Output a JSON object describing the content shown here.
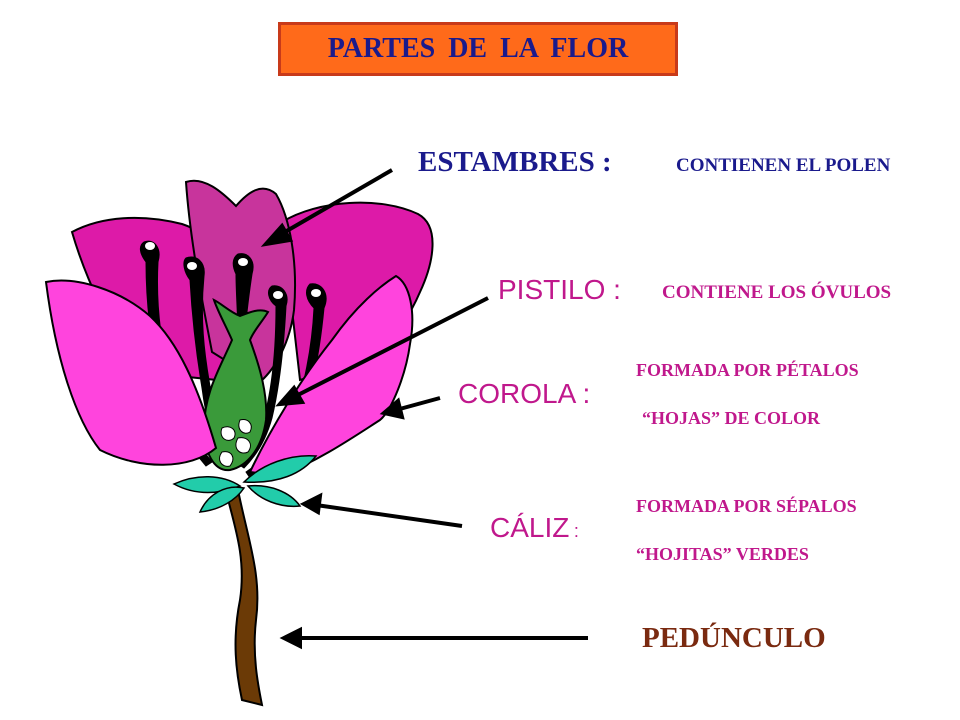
{
  "title": "PARTES  DE  LA  FLOR",
  "colors": {
    "title_bg": "#ff6a1a",
    "title_text": "#1a1a8c",
    "heading_dark": "#1a1a8c",
    "heading_magenta": "#c0188c",
    "description_magenta": "#c0188c",
    "peduncle_text": "#7a2a10",
    "petal_light": "#ff44dd",
    "petal_dark": "#dd1aa8",
    "petal_back": "#c8349c",
    "pistil_green": "#3a9a3a",
    "sepal_teal": "#22ccaa",
    "stem_brown": "#6b3a06"
  },
  "labels": {
    "estambres": {
      "term": "ESTAMBRES :",
      "description": "CONTIENEN EL POLEN"
    },
    "pistilo": {
      "term": "PISTILO :",
      "description": "CONTIENE LOS ÓVULOS"
    },
    "corola": {
      "term": "COROLA :",
      "description_line1": "FORMADA POR PÉTALOS",
      "description_line2": "“HOJAS” DE COLOR"
    },
    "caliz": {
      "term": "CÁLIZ",
      "colon": ":",
      "description_line1": "FORMADA POR SÉPALOS",
      "description_line2": "“HOJITAS”  VERDES"
    },
    "peduncle": {
      "term": "PEDÚNCULO"
    }
  },
  "icons": {
    "flower": "flower-illustration",
    "arrow": "pointer-arrow"
  }
}
